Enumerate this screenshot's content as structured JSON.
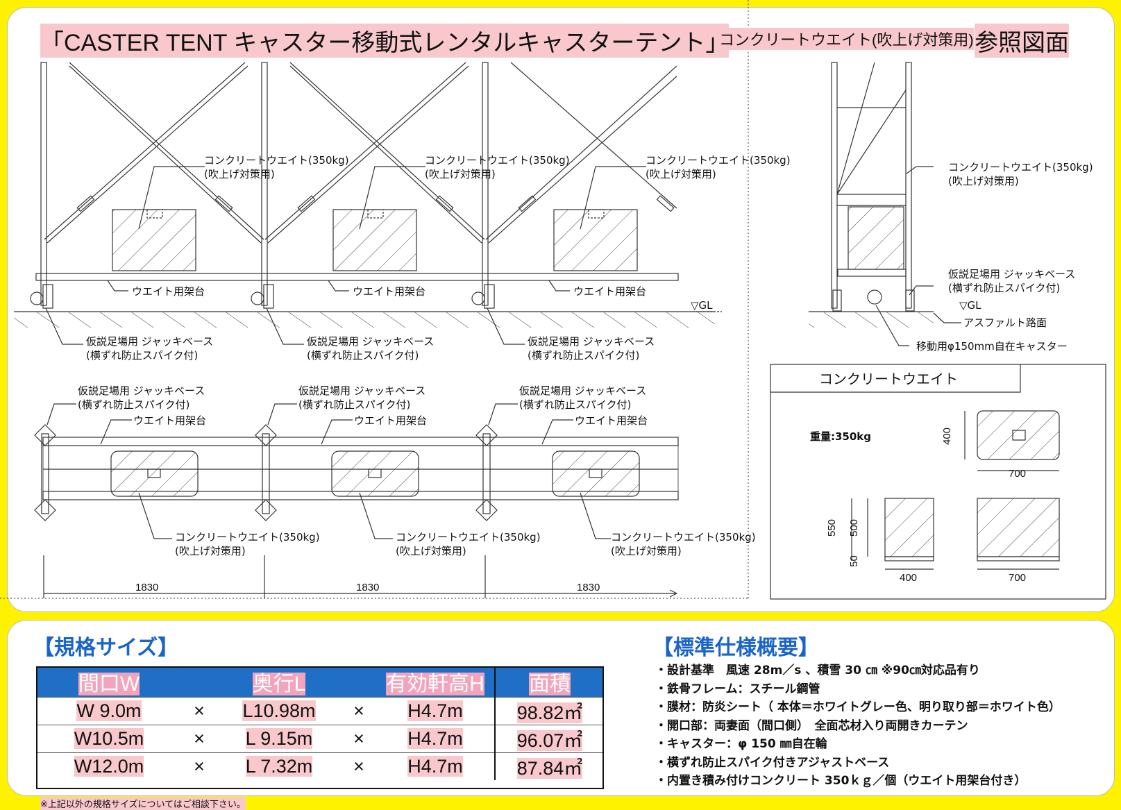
{
  "header": {
    "title": "「CASTER TENT キャスター移動式レンタルキャスターテント」",
    "subtitle_small": "コンクリートウエイト(吹上げ対策用)",
    "subtitle_big": "参照図面"
  },
  "elevation": {
    "weight_label_line1": "コンクリートウエイト(350kg)",
    "weight_label_line2": "(吹上げ対策用)",
    "stand_label": "ウエイト用架台",
    "jack_label_line1": "仮説足場用 ジャッキベース",
    "jack_label_line2": "(横ずれ防止スパイク付)",
    "gl_label": "▽GL"
  },
  "plan": {
    "dimensions": [
      "1830",
      "1830",
      "1830"
    ]
  },
  "side_view": {
    "weight_label_line1": "コンクリートウエイト(350kg)",
    "weight_label_line2": "(吹上げ対策用)",
    "jack_label_line1": "仮説足場用 ジャッキベース",
    "jack_label_line2": "(横ずれ防止スパイク付)",
    "gl_label": "▽GL",
    "road_label": "アスファルト路面",
    "caster_label": "移動用φ150mm自在キャスター"
  },
  "weight_detail": {
    "title": "コンクリートウエイト",
    "weight_text": "重量:350kg",
    "dims": {
      "top_depth": "400",
      "top_width": "700",
      "h_total": "550",
      "h_block": "500",
      "h_base": "50",
      "side_width": "400",
      "front_width": "700"
    }
  },
  "size_table": {
    "heading": "【規格サイズ】",
    "headers": [
      "間口W",
      "奥行L",
      "有効軒高H",
      "面積"
    ],
    "times": "×",
    "rows": [
      {
        "w": "W 9.0m",
        "l": "L10.98m",
        "h": "H4.7m",
        "area": "98.82㎡"
      },
      {
        "w": "W10.5m",
        "l": "L 9.15m",
        "h": "H4.7m",
        "area": "96.07㎡"
      },
      {
        "w": "W12.0m",
        "l": "L 7.32m",
        "h": "H4.7m",
        "area": "87.84㎡"
      }
    ],
    "note": "※上記以外の規格サイズについてはご相談下さい。"
  },
  "spec_list": {
    "heading": "【標準仕様概要】",
    "items": [
      "・設計基準　風速 28m／s 、積雪 30 ㎝ ※90㎝対応品有り",
      "・鉄骨フレーム：スチール鋼管",
      "・膜材：防炎シート（ 本体＝ホワイトグレー色、明り取り部＝ホワイト色）",
      "・開口部：両妻面（間口側）　全面芯材入り両開きカーテン",
      "・キャスター：φ 150 ㎜自在輪",
      "・横ずれ防止スパイク付きアジャストベース",
      "・内置き積み付けコンクリート 350ｋｇ／個（ウエイト用架台付き）"
    ]
  }
}
